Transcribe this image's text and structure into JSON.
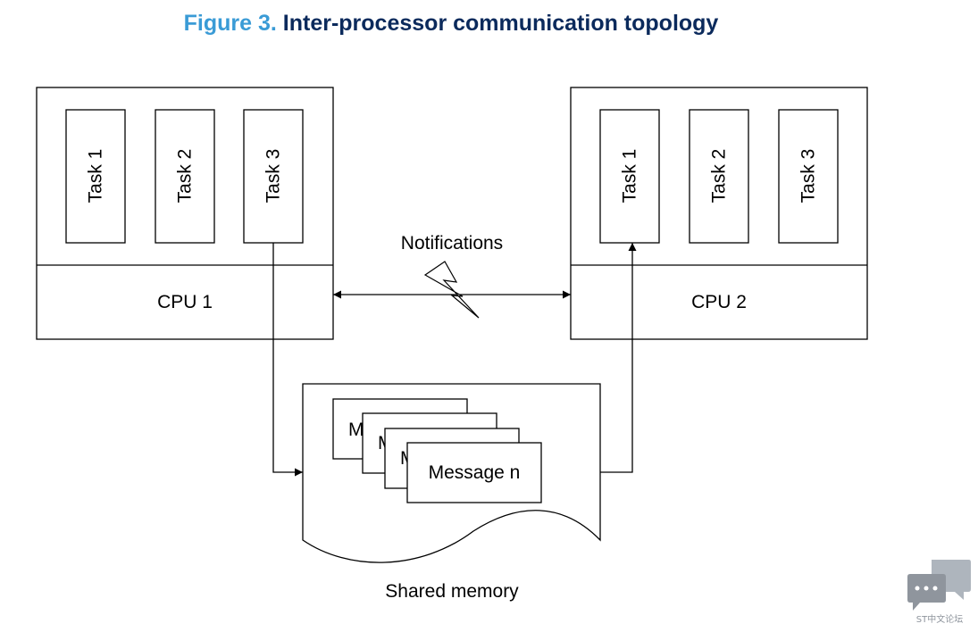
{
  "figure": {
    "number": "Figure 3.",
    "title": "Inter-processor communication topology"
  },
  "cpu1": {
    "label": "CPU 1",
    "tasks": [
      "Task 1",
      "Task 2",
      "Task 3"
    ]
  },
  "cpu2": {
    "label": "CPU 2",
    "tasks": [
      "Task 1",
      "Task 2",
      "Task 3"
    ]
  },
  "notifications_label": "Notifications",
  "shared_memory": {
    "label": "Shared memory",
    "messages": [
      "M",
      "M",
      "M",
      "Message n"
    ]
  },
  "watermark": {
    "text": "ST中文论坛",
    "color": "#8f959d"
  },
  "colors": {
    "figure_number": "#3a9bd6",
    "figure_title": "#0b2a5c"
  }
}
